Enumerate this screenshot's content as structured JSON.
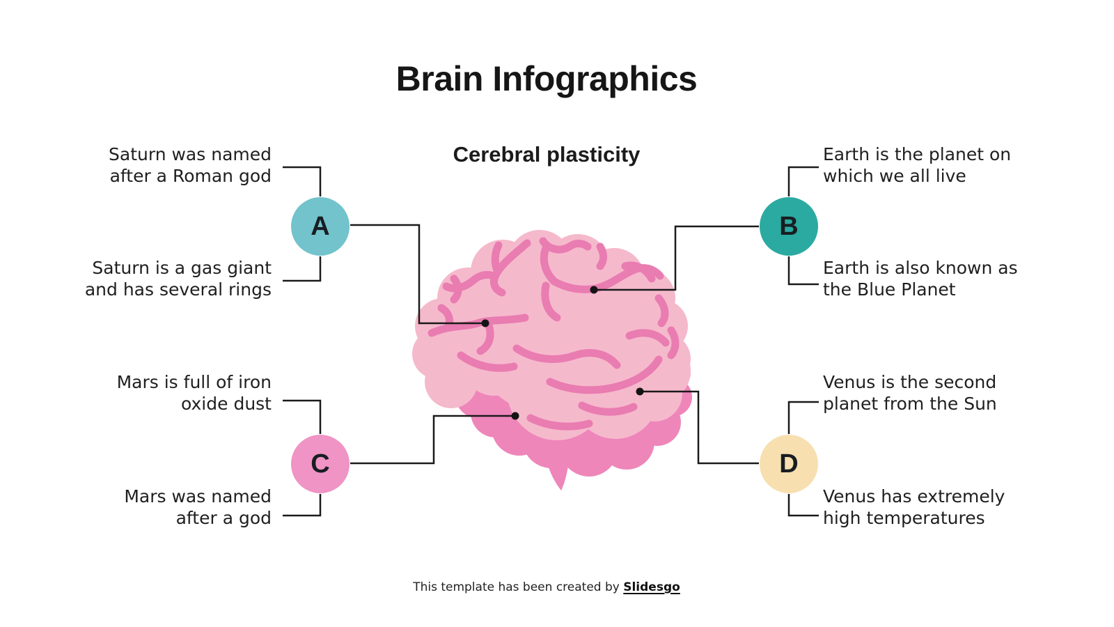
{
  "title": "Brain Infographics",
  "subtitle": "Cerebral plasticity",
  "footer": {
    "prefix": "This template has been created by ",
    "brand": "Slidesgo"
  },
  "colors": {
    "background": "#ffffff",
    "text": "#1f1f1f",
    "connector_line": "#1a1a1a",
    "brain_body": "#f5b9cc",
    "brain_folds": "#e97cb1",
    "brain_base": "#ee86ba",
    "node_a": "#72c3cc",
    "node_b": "#2baaa1",
    "node_c": "#ef94c4",
    "node_d": "#f7dfb0"
  },
  "nodes": [
    {
      "label": "A",
      "color": "#72c3cc",
      "top_lines": [
        "Saturn was named",
        "after a Roman god"
      ],
      "bottom_lines": [
        "Saturn is a gas giant",
        "and has several rings"
      ]
    },
    {
      "label": "B",
      "color": "#2baaa1",
      "top_lines": [
        "Earth is the planet on",
        "which we all live"
      ],
      "bottom_lines": [
        "Earth is also known as",
        "the Blue Planet"
      ]
    },
    {
      "label": "C",
      "color": "#ef94c4",
      "top_lines": [
        "Mars is full of iron",
        "oxide dust"
      ],
      "bottom_lines": [
        "Mars was named",
        "after a god"
      ]
    },
    {
      "label": "D",
      "color": "#f7dfb0",
      "top_lines": [
        "Venus is the second",
        "planet from the Sun"
      ],
      "bottom_lines": [
        "Venus has extremely",
        "high temperatures"
      ]
    }
  ]
}
